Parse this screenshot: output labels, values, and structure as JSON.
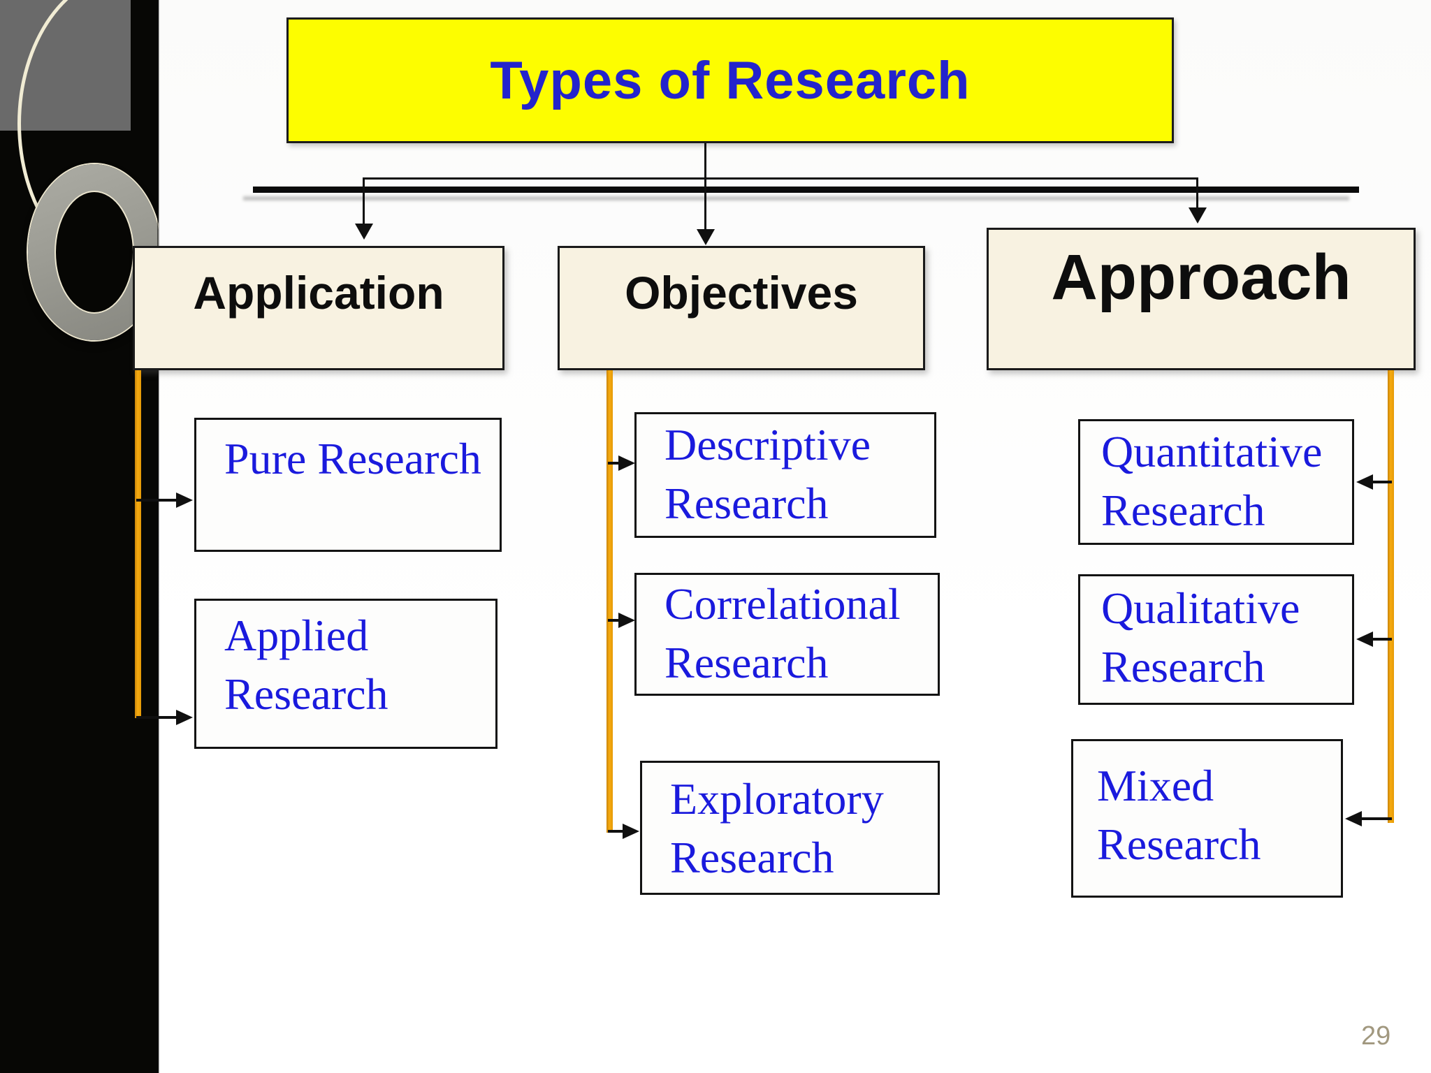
{
  "slide": {
    "title": "Types of Research",
    "page_number": "29",
    "columns": [
      {
        "header": "Application",
        "items": [
          {
            "label": "Pure Research"
          },
          {
            "label": "Applied\nResearch"
          }
        ]
      },
      {
        "header": "Objectives",
        "items": [
          {
            "label": "Descriptive\nResearch"
          },
          {
            "label": "Correlational\nResearch"
          },
          {
            "label": "Exploratory\nResearch"
          }
        ]
      },
      {
        "header": "Approach",
        "items": [
          {
            "label": "Quantitative\nResearch"
          },
          {
            "label": "Qualitative\nResearch"
          },
          {
            "label": "Mixed\nResearch"
          }
        ]
      }
    ],
    "colors": {
      "title_bg": "#FDFD00",
      "title_text": "#2323CC",
      "header_bg": "#F8F2E1",
      "item_text": "#1A1ADD",
      "drop_line": "#F2A40D",
      "connector": "#101010",
      "sidebar": "#070705"
    }
  }
}
